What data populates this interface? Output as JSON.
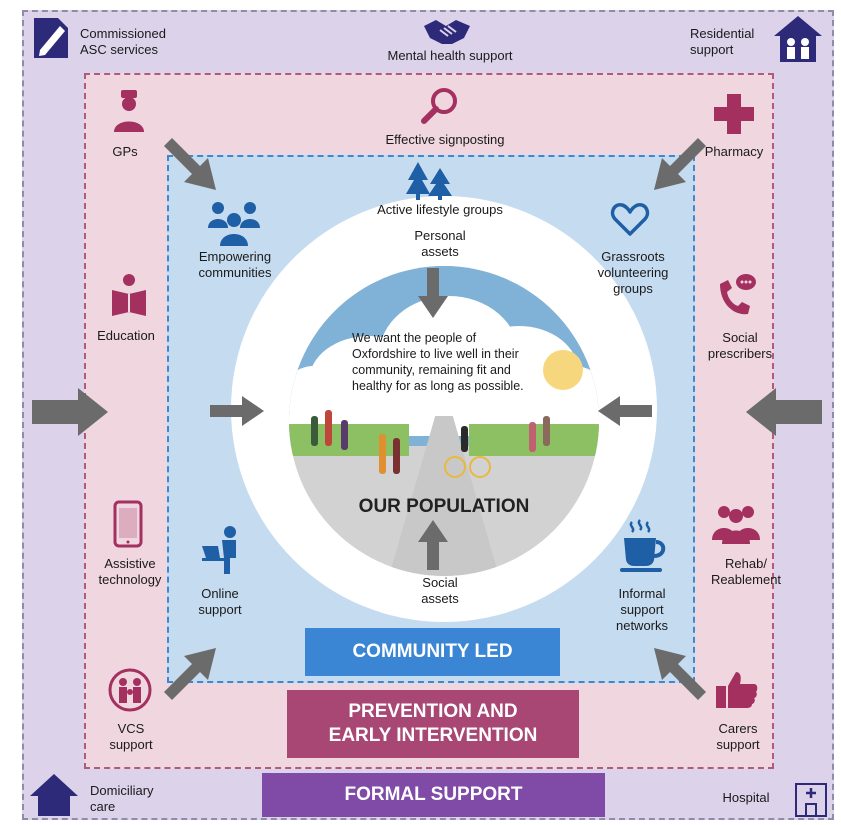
{
  "zones": {
    "formal_support": "FORMAL SUPPORT",
    "prevention": "PREVENTION AND\nEARLY INTERVENTION",
    "community_led": "COMMUNITY LED"
  },
  "center": {
    "title": "OUR POPULATION",
    "mission": "We want the people of Oxfordshire to live well in their community, remaining fit and healthy for as long as possible.",
    "personal_assets": "Personal\nassets",
    "social_assets": "Social\nassets"
  },
  "outer_items": {
    "commissioned": "Commissioned\nASC services",
    "mental_health": "Mental health support",
    "residential": "Residential\nsupport",
    "domiciliary": "Domiciliary\ncare",
    "hospital": "Hospital"
  },
  "middle_items": {
    "gps": "GPs",
    "signposting": "Effective signposting",
    "pharmacy": "Pharmacy",
    "education": "Education",
    "social_prescribers": "Social\nprescribers",
    "assistive": "Assistive\ntechnology",
    "rehab": "Rehab/\nReablement",
    "vcs": "VCS\nsupport",
    "carers": "Carers\nsupport"
  },
  "inner_items": {
    "active": "Active lifestyle groups",
    "empowering": "Empowering\ncommunities",
    "grassroots": "Grassroots\nvolunteering\ngroups",
    "online": "Online\nsupport",
    "informal": "Informal\nsupport\nnetworks"
  },
  "colors": {
    "icon_navy": "#2e2a7a",
    "icon_magenta": "#a3305f",
    "icon_blue": "#1f5fa6",
    "arrow_grey": "#6b6b6b"
  }
}
